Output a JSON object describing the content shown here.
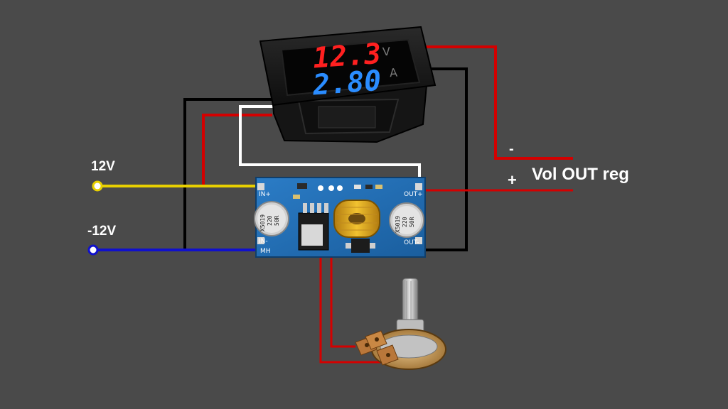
{
  "labels": {
    "input_positive": "12V",
    "input_negative": "-12V",
    "output_minus": "-",
    "output_plus": "+",
    "output_title": "Vol OUT reg"
  },
  "meter": {
    "voltage_reading": "12.3",
    "voltage_unit": "V",
    "current_reading": "2.80",
    "current_unit": "A"
  },
  "board": {
    "in_plus_label": "IN+",
    "in_minus_label": "IN-",
    "out_plus_label": "OUT+",
    "out_minus_label": "OUT-",
    "mh_label": "MH",
    "capacitor_text_line1": "X5019",
    "capacitor_text_line2": "220",
    "capacitor_text_line3": "50R"
  },
  "colors": {
    "background": "#4a4a4a",
    "wire_red": "#d40000",
    "wire_black": "#000000",
    "wire_white": "#ffffff",
    "wire_yellow": "#e8d000",
    "wire_blue": "#1010cc",
    "voltage_display": "#ff2020",
    "current_display": "#2a8cff",
    "pcb": "#1f6fb8"
  }
}
